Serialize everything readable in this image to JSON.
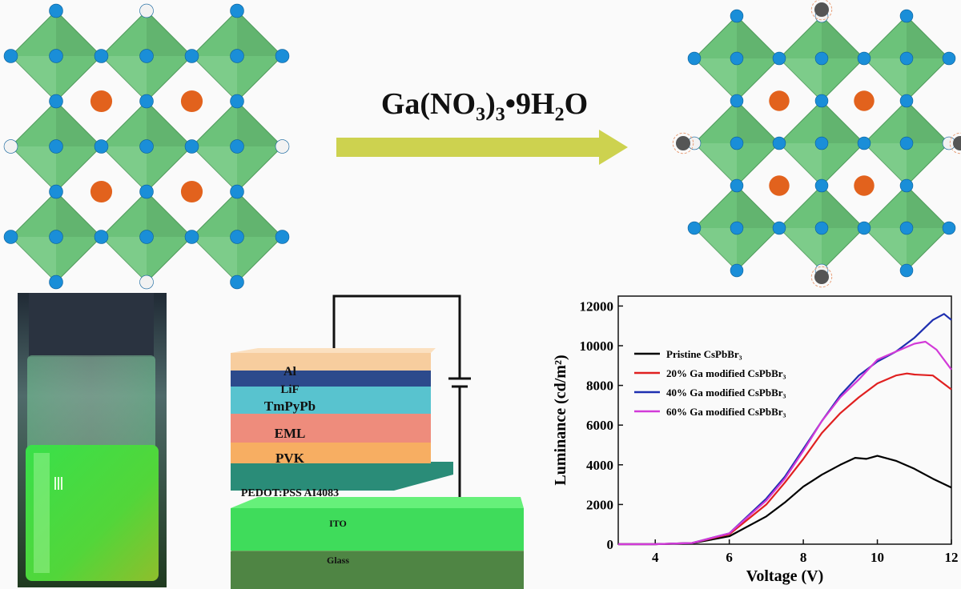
{
  "reaction": {
    "reagent": "Ga(NO₃)₃•9H₂O",
    "reagent_main": "Ga(NO",
    "reagent_sub1": "3",
    "reagent_mid": ")",
    "reagent_sub2": "3",
    "reagent_h": "•9H",
    "reagent_sub3": "2",
    "reagent_end": "O",
    "arrow_color": "#cdd24f"
  },
  "lattice_colors": {
    "octahedron": "#6cc27a",
    "octahedron_dark": "#4f9a5c",
    "halide": "#1a8ed8",
    "cesium": "#e2621d",
    "surface_h": "#f2f2f2",
    "ga_atom": "#555555"
  },
  "device": {
    "layers": [
      {
        "label": "Al",
        "color": "#f7cd9e"
      },
      {
        "label": "LiF",
        "color": "#2c4a8c"
      },
      {
        "label": "TmPyPb",
        "color": "#58c3cf"
      },
      {
        "label": "EML",
        "color": "#ee8c7c"
      },
      {
        "label": "PVK",
        "color": "#f7ae62"
      },
      {
        "label": "PEDOT:PSS AI4083",
        "color": "#2a8c78"
      },
      {
        "label": "ITO",
        "color": "#3fdc5b"
      },
      {
        "label": "Glass",
        "color": "#4f8544"
      }
    ]
  },
  "chart_data": {
    "type": "line",
    "xlabel": "Voltage (V)",
    "ylabel": "Luminance (cd/m²)",
    "xlim": [
      3,
      12
    ],
    "ylim": [
      0,
      12500
    ],
    "xticks": [
      4,
      6,
      8,
      10,
      12
    ],
    "yticks": [
      0,
      2000,
      4000,
      6000,
      8000,
      10000,
      12000
    ],
    "xtick_labels": [
      "4",
      "6",
      "8",
      "10",
      "12"
    ],
    "ytick_labels": [
      "0",
      "2000",
      "4000",
      "6000",
      "8000",
      "10000",
      "12000"
    ],
    "legend_position": "top-left",
    "series": [
      {
        "name": "Pristine CsPbBr₃",
        "color": "#000000",
        "x": [
          3,
          4,
          5,
          6,
          7,
          7.5,
          8,
          8.5,
          9,
          9.4,
          9.7,
          10,
          10.5,
          11,
          11.5,
          12
        ],
        "y": [
          0,
          0,
          50,
          400,
          1400,
          2100,
          2900,
          3500,
          4000,
          4350,
          4300,
          4450,
          4200,
          3800,
          3300,
          2850
        ]
      },
      {
        "name": "20% Ga modified CsPbBr₃",
        "color": "#e02020",
        "x": [
          3,
          4,
          5,
          6,
          7,
          7.5,
          8,
          8.5,
          9,
          9.5,
          10,
          10.5,
          10.8,
          11,
          11.5,
          12
        ],
        "y": [
          0,
          0,
          60,
          500,
          2000,
          3100,
          4300,
          5600,
          6600,
          7400,
          8100,
          8500,
          8600,
          8550,
          8500,
          7800
        ]
      },
      {
        "name": "40% Ga modified CsPbBr₃",
        "color": "#1e2fb0",
        "x": [
          3,
          4,
          5,
          6,
          7,
          7.5,
          8,
          8.5,
          9,
          9.5,
          10,
          10.5,
          11,
          11.5,
          11.8,
          12
        ],
        "y": [
          0,
          0,
          60,
          550,
          2300,
          3400,
          4800,
          6200,
          7500,
          8500,
          9200,
          9700,
          10400,
          11300,
          11600,
          11300
        ]
      },
      {
        "name": "60% Ga modified CsPbBr₃",
        "color": "#d23ad8",
        "x": [
          3,
          4,
          5,
          6,
          7,
          7.5,
          8,
          8.5,
          9,
          9.5,
          10,
          10.5,
          11,
          11.3,
          11.6,
          12
        ],
        "y": [
          0,
          0,
          60,
          550,
          2200,
          3300,
          4700,
          6200,
          7400,
          8300,
          9300,
          9700,
          10100,
          10200,
          9800,
          8800
        ]
      }
    ]
  }
}
